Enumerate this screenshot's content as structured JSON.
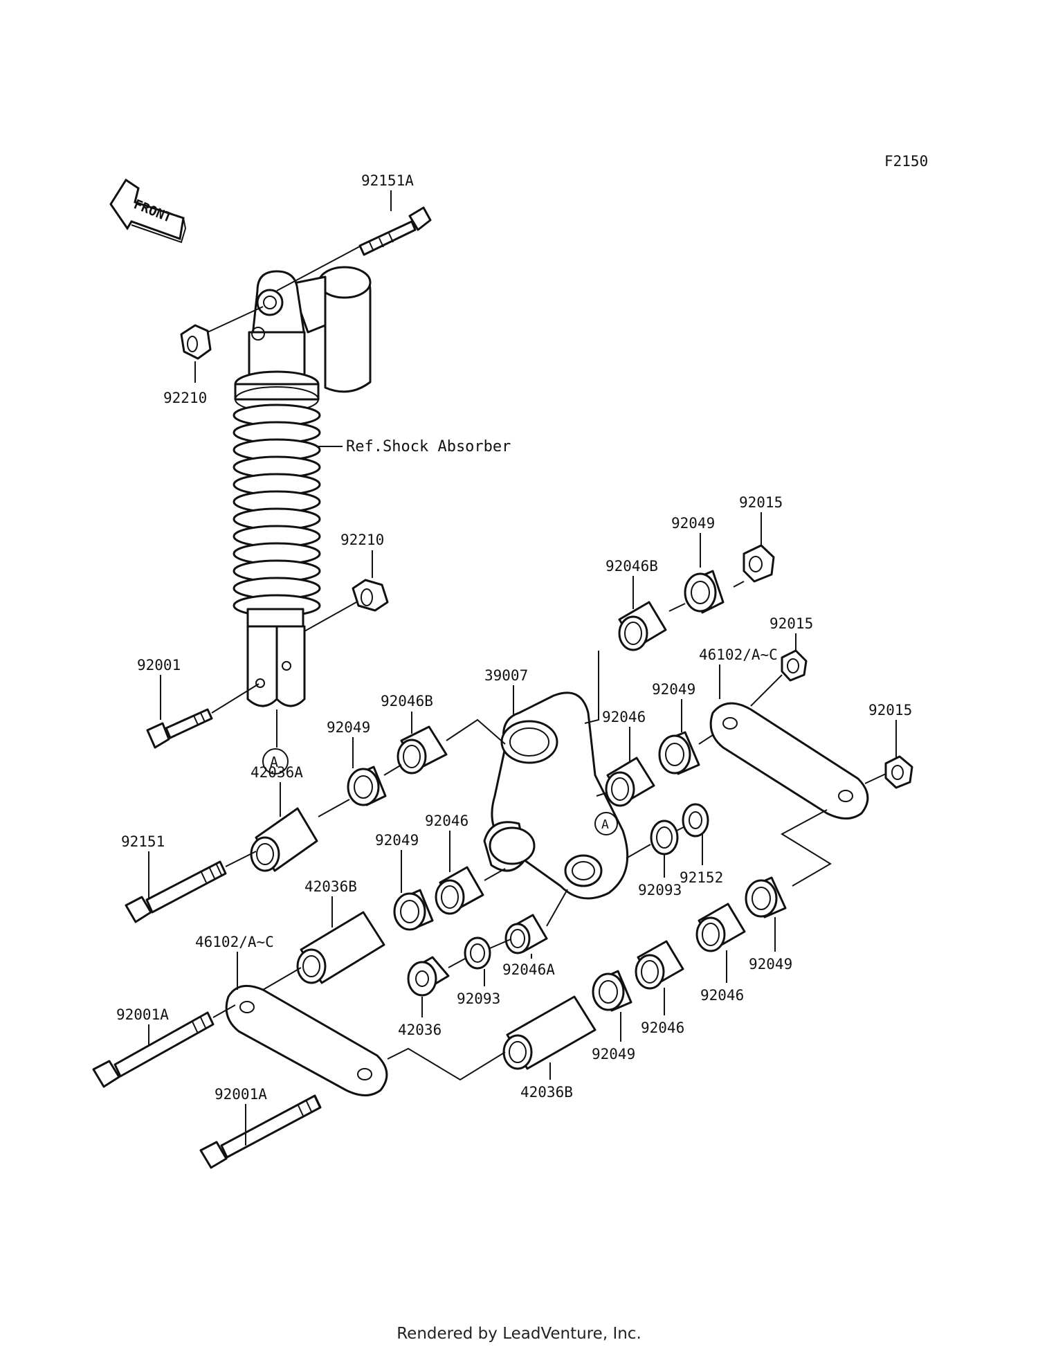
{
  "diagram_code": "F2150",
  "front_label": "FRONT",
  "ref_label": "Ref.Shock Absorber",
  "marker": "A",
  "credit": "Rendered by LeadVenture, Inc.",
  "part_labels": [
    {
      "id": "l1",
      "text": "92151A"
    },
    {
      "id": "l2",
      "text": "92210"
    },
    {
      "id": "l3",
      "text": "92210"
    },
    {
      "id": "l4",
      "text": "92001"
    },
    {
      "id": "l5",
      "text": "92015"
    },
    {
      "id": "l6",
      "text": "92049"
    },
    {
      "id": "l7",
      "text": "92046B"
    },
    {
      "id": "l8",
      "text": "92015"
    },
    {
      "id": "l9",
      "text": "46102/A~C"
    },
    {
      "id": "l10",
      "text": "92049"
    },
    {
      "id": "l11",
      "text": "39007"
    },
    {
      "id": "l12",
      "text": "92046B"
    },
    {
      "id": "l13",
      "text": "92046"
    },
    {
      "id": "l14",
      "text": "92015"
    },
    {
      "id": "l15",
      "text": "92049"
    },
    {
      "id": "l16",
      "text": "42036A"
    },
    {
      "id": "l17",
      "text": "92046"
    },
    {
      "id": "l18",
      "text": "92049"
    },
    {
      "id": "l19",
      "text": "92151"
    },
    {
      "id": "l20",
      "text": "92093"
    },
    {
      "id": "l21",
      "text": "92152"
    },
    {
      "id": "l22",
      "text": "42036B"
    },
    {
      "id": "l23",
      "text": "46102/A~C"
    },
    {
      "id": "l24",
      "text": "92046A"
    },
    {
      "id": "l25",
      "text": "92049"
    },
    {
      "id": "l26",
      "text": "92046"
    },
    {
      "id": "l27",
      "text": "92093"
    },
    {
      "id": "l28",
      "text": "42036"
    },
    {
      "id": "l29",
      "text": "92046"
    },
    {
      "id": "l30",
      "text": "92001A"
    },
    {
      "id": "l31",
      "text": "92049"
    },
    {
      "id": "l32",
      "text": "42036B"
    },
    {
      "id": "l33",
      "text": "92001A"
    }
  ]
}
